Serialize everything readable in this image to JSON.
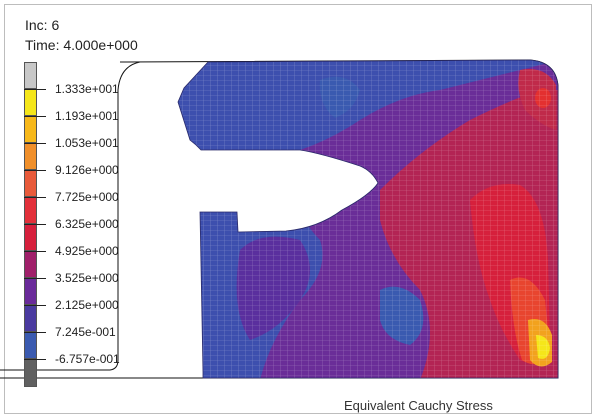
{
  "header": {
    "inc_text": "Inc: 6",
    "time_text": "Time: 4.000e+000"
  },
  "legend": {
    "labels": [
      "1.333e+001",
      "1.193e+001",
      "1.053e+001",
      "9.126e+000",
      "7.725e+000",
      "6.325e+000",
      "4.925e+000",
      "3.525e+000",
      "2.125e+000",
      "7.245e-001",
      "-6.757e-001"
    ],
    "colors": [
      "#c8c8c8",
      "#f5e61a",
      "#f7b81a",
      "#f08f2a",
      "#e85a3a",
      "#e2303a",
      "#d61f3c",
      "#a01f6a",
      "#6a2a9a",
      "#4a3aa0",
      "#3a5ab0",
      "#606060"
    ]
  },
  "result_title": "Equivalent Cauchy Stress",
  "field_colors": {
    "cool": "#3d4fae",
    "mid": "#6a2d98",
    "warm": "#d6203c",
    "hot": "#f0a020",
    "mesh": "#ffffff"
  }
}
